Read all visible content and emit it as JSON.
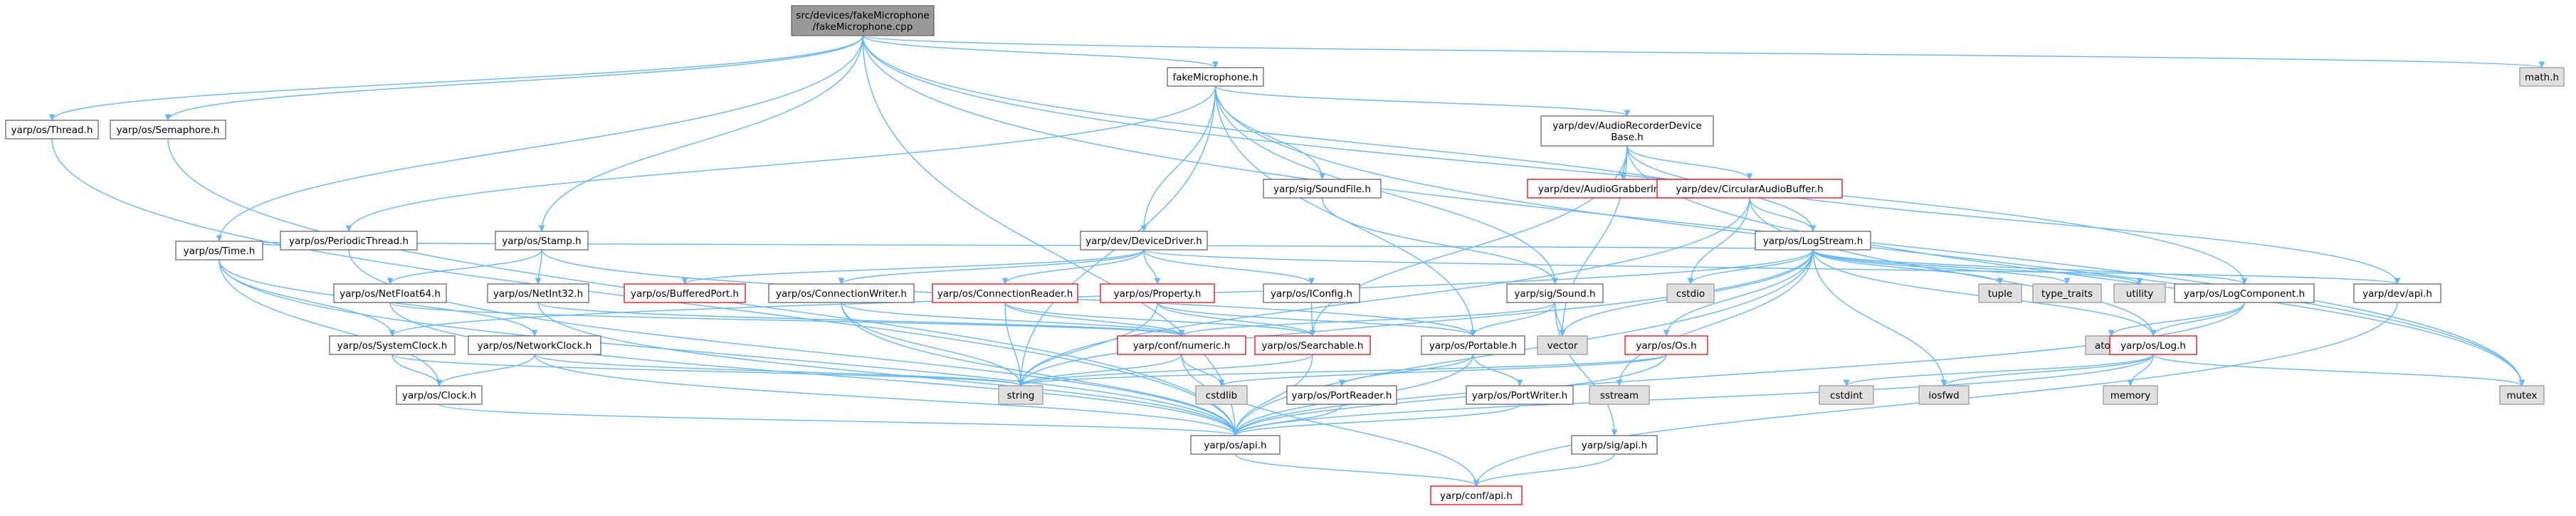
{
  "colors": {
    "edge": "#63b8ff",
    "root_fill": "#999999",
    "border": "#666666",
    "error_border": "#ff0000",
    "system_fill": "#e0e0e0",
    "system_border": "#999999",
    "text": "#000000"
  },
  "nodes": [
    {
      "id": "root",
      "lines": [
        "src/devices/fakeMicrophone",
        "/fakeMicrophone.cpp"
      ],
      "kind": "root"
    },
    {
      "id": "fakeMicrophone_h",
      "lines": [
        "fakeMicrophone.h"
      ],
      "kind": "normal"
    },
    {
      "id": "math_h",
      "lines": [
        "math.h"
      ],
      "kind": "system"
    },
    {
      "id": "os_Thread",
      "lines": [
        "yarp/os/Thread.h"
      ],
      "kind": "normal"
    },
    {
      "id": "os_Semaphore",
      "lines": [
        "yarp/os/Semaphore.h"
      ],
      "kind": "normal"
    },
    {
      "id": "dev_AudioRecorder",
      "lines": [
        "yarp/dev/AudioRecorderDevice",
        "Base.h"
      ],
      "kind": "normal"
    },
    {
      "id": "dev_AudioGrabber",
      "lines": [
        "yarp/dev/AudioGrabberInterfaces.h"
      ],
      "kind": "error"
    },
    {
      "id": "dev_CircularAudio",
      "lines": [
        "yarp/dev/CircularAudioBuffer.h"
      ],
      "kind": "error"
    },
    {
      "id": "sig_SoundFile",
      "lines": [
        "yarp/sig/SoundFile.h"
      ],
      "kind": "normal"
    },
    {
      "id": "os_PeriodicThread",
      "lines": [
        "yarp/os/PeriodicThread.h"
      ],
      "kind": "normal"
    },
    {
      "id": "os_Stamp",
      "lines": [
        "yarp/os/Stamp.h"
      ],
      "kind": "normal"
    },
    {
      "id": "dev_DeviceDriver",
      "lines": [
        "yarp/dev/DeviceDriver.h"
      ],
      "kind": "normal"
    },
    {
      "id": "os_LogStream",
      "lines": [
        "yarp/os/LogStream.h"
      ],
      "kind": "normal"
    },
    {
      "id": "os_Time",
      "lines": [
        "yarp/os/Time.h"
      ],
      "kind": "normal"
    },
    {
      "id": "os_NetFloat64",
      "lines": [
        "yarp/os/NetFloat64.h"
      ],
      "kind": "normal"
    },
    {
      "id": "os_NetInt32",
      "lines": [
        "yarp/os/NetInt32.h"
      ],
      "kind": "normal"
    },
    {
      "id": "os_BufferedPort",
      "lines": [
        "yarp/os/BufferedPort.h"
      ],
      "kind": "error"
    },
    {
      "id": "os_ConnectionWriter",
      "lines": [
        "yarp/os/ConnectionWriter.h"
      ],
      "kind": "normal"
    },
    {
      "id": "os_ConnectionReader",
      "lines": [
        "yarp/os/ConnectionReader.h"
      ],
      "kind": "error"
    },
    {
      "id": "os_Property",
      "lines": [
        "yarp/os/Property.h"
      ],
      "kind": "error"
    },
    {
      "id": "os_IConfig",
      "lines": [
        "yarp/os/IConfig.h"
      ],
      "kind": "normal"
    },
    {
      "id": "sig_Sound",
      "lines": [
        "yarp/sig/Sound.h"
      ],
      "kind": "normal"
    },
    {
      "id": "cstdio",
      "lines": [
        "cstdio"
      ],
      "kind": "system"
    },
    {
      "id": "tuple",
      "lines": [
        "tuple"
      ],
      "kind": "system"
    },
    {
      "id": "type_traits",
      "lines": [
        "type_traits"
      ],
      "kind": "system"
    },
    {
      "id": "utility",
      "lines": [
        "utility"
      ],
      "kind": "system"
    },
    {
      "id": "os_LogComponent",
      "lines": [
        "yarp/os/LogComponent.h"
      ],
      "kind": "normal"
    },
    {
      "id": "dev_api",
      "lines": [
        "yarp/dev/api.h"
      ],
      "kind": "normal"
    },
    {
      "id": "os_SystemClock",
      "lines": [
        "yarp/os/SystemClock.h"
      ],
      "kind": "normal"
    },
    {
      "id": "os_NetworkClock",
      "lines": [
        "yarp/os/NetworkClock.h"
      ],
      "kind": "normal"
    },
    {
      "id": "conf_numeric",
      "lines": [
        "yarp/conf/numeric.h"
      ],
      "kind": "error"
    },
    {
      "id": "os_Searchable",
      "lines": [
        "yarp/os/Searchable.h"
      ],
      "kind": "error"
    },
    {
      "id": "os_Portable",
      "lines": [
        "yarp/os/Portable.h"
      ],
      "kind": "normal"
    },
    {
      "id": "vector",
      "lines": [
        "vector"
      ],
      "kind": "system"
    },
    {
      "id": "os_Os",
      "lines": [
        "yarp/os/Os.h"
      ],
      "kind": "error"
    },
    {
      "id": "atomic",
      "lines": [
        "atomic"
      ],
      "kind": "system"
    },
    {
      "id": "os_Log",
      "lines": [
        "yarp/os/Log.h"
      ],
      "kind": "error"
    },
    {
      "id": "mutex",
      "lines": [
        "mutex"
      ],
      "kind": "system"
    },
    {
      "id": "os_Clock",
      "lines": [
        "yarp/os/Clock.h"
      ],
      "kind": "normal"
    },
    {
      "id": "string",
      "lines": [
        "string"
      ],
      "kind": "system"
    },
    {
      "id": "cstdlib",
      "lines": [
        "cstdlib"
      ],
      "kind": "system"
    },
    {
      "id": "os_PortReader",
      "lines": [
        "yarp/os/PortReader.h"
      ],
      "kind": "normal"
    },
    {
      "id": "os_PortWriter",
      "lines": [
        "yarp/os/PortWriter.h"
      ],
      "kind": "normal"
    },
    {
      "id": "sstream",
      "lines": [
        "sstream"
      ],
      "kind": "system"
    },
    {
      "id": "cstdint",
      "lines": [
        "cstdint"
      ],
      "kind": "system"
    },
    {
      "id": "iosfwd",
      "lines": [
        "iosfwd"
      ],
      "kind": "system"
    },
    {
      "id": "memory",
      "lines": [
        "memory"
      ],
      "kind": "system"
    },
    {
      "id": "os_api",
      "lines": [
        "yarp/os/api.h"
      ],
      "kind": "normal"
    },
    {
      "id": "sig_api",
      "lines": [
        "yarp/sig/api.h"
      ],
      "kind": "normal"
    },
    {
      "id": "conf_api",
      "lines": [
        "yarp/conf/api.h"
      ],
      "kind": "error"
    }
  ],
  "edges": [
    [
      "root",
      "fakeMicrophone_h"
    ],
    [
      "root",
      "math_h"
    ],
    [
      "root",
      "os_Thread"
    ],
    [
      "root",
      "os_Semaphore"
    ],
    [
      "root",
      "os_Time"
    ],
    [
      "root",
      "os_Stamp"
    ],
    [
      "root",
      "os_LogStream"
    ],
    [
      "root",
      "os_LogComponent"
    ],
    [
      "root",
      "mutex"
    ],
    [
      "root",
      "os_api"
    ],
    [
      "fakeMicrophone_h",
      "dev_AudioRecorder"
    ],
    [
      "fakeMicrophone_h",
      "sig_SoundFile"
    ],
    [
      "fakeMicrophone_h",
      "os_PeriodicThread"
    ],
    [
      "fakeMicrophone_h",
      "dev_DeviceDriver"
    ],
    [
      "fakeMicrophone_h",
      "sig_Sound"
    ],
    [
      "fakeMicrophone_h",
      "os_Portable"
    ],
    [
      "fakeMicrophone_h",
      "string"
    ],
    [
      "fakeMicrophone_h",
      "mutex"
    ],
    [
      "os_Thread",
      "os_api"
    ],
    [
      "os_Semaphore",
      "os_api"
    ],
    [
      "dev_AudioRecorder",
      "dev_AudioGrabber"
    ],
    [
      "dev_AudioRecorder",
      "dev_CircularAudio"
    ],
    [
      "dev_AudioRecorder",
      "os_Searchable"
    ],
    [
      "dev_AudioRecorder",
      "dev_api"
    ],
    [
      "dev_AudioRecorder",
      "mutex"
    ],
    [
      "dev_AudioRecorder",
      "vector"
    ],
    [
      "dev_CircularAudio",
      "os_LogStream"
    ],
    [
      "dev_CircularAudio",
      "os_Log"
    ],
    [
      "dev_CircularAudio",
      "cstdio"
    ],
    [
      "dev_CircularAudio",
      "string"
    ],
    [
      "sig_SoundFile",
      "sig_Sound"
    ],
    [
      "os_PeriodicThread",
      "os_Time"
    ],
    [
      "os_PeriodicThread",
      "os_api"
    ],
    [
      "os_Stamp",
      "os_NetFloat64"
    ],
    [
      "os_Stamp",
      "os_NetInt32"
    ],
    [
      "os_Stamp",
      "os_Portable"
    ],
    [
      "dev_DeviceDriver",
      "os_IConfig"
    ],
    [
      "dev_DeviceDriver",
      "os_Property"
    ],
    [
      "dev_DeviceDriver",
      "os_BufferedPort"
    ],
    [
      "dev_DeviceDriver",
      "os_ConnectionWriter"
    ],
    [
      "dev_DeviceDriver",
      "os_ConnectionReader"
    ],
    [
      "dev_DeviceDriver",
      "dev_api"
    ],
    [
      "os_LogStream",
      "os_Time"
    ],
    [
      "os_LogStream",
      "cstdio"
    ],
    [
      "os_LogStream",
      "tuple"
    ],
    [
      "os_LogStream",
      "type_traits"
    ],
    [
      "os_LogStream",
      "utility"
    ],
    [
      "os_LogStream",
      "os_LogComponent"
    ],
    [
      "os_LogStream",
      "os_Log"
    ],
    [
      "os_LogStream",
      "os_Os"
    ],
    [
      "os_LogStream",
      "string"
    ],
    [
      "os_LogStream",
      "sstream"
    ],
    [
      "os_LogStream",
      "iosfwd"
    ],
    [
      "os_LogStream",
      "os_api"
    ],
    [
      "os_LogStream",
      "vector"
    ],
    [
      "os_LogStream",
      "os_SystemClock"
    ],
    [
      "os_Time",
      "os_SystemClock"
    ],
    [
      "os_Time",
      "os_NetworkClock"
    ],
    [
      "os_Time",
      "os_Clock"
    ],
    [
      "os_Time",
      "os_api"
    ],
    [
      "os_NetFloat64",
      "conf_numeric"
    ],
    [
      "os_NetFloat64",
      "os_api"
    ],
    [
      "os_NetInt32",
      "conf_numeric"
    ],
    [
      "os_NetInt32",
      "os_api"
    ],
    [
      "os_ConnectionWriter",
      "conf_numeric"
    ],
    [
      "os_ConnectionWriter",
      "string"
    ],
    [
      "os_ConnectionWriter",
      "os_api"
    ],
    [
      "os_ConnectionReader",
      "conf_numeric"
    ],
    [
      "os_ConnectionReader",
      "os_Searchable"
    ],
    [
      "os_ConnectionReader",
      "string"
    ],
    [
      "os_Property",
      "os_Searchable"
    ],
    [
      "os_Property",
      "os_Portable"
    ],
    [
      "os_Property",
      "string"
    ],
    [
      "os_IConfig",
      "os_Searchable"
    ],
    [
      "sig_Sound",
      "os_Portable"
    ],
    [
      "sig_Sound",
      "vector"
    ],
    [
      "sig_Sound",
      "sig_api"
    ],
    [
      "sig_Sound",
      "conf_numeric"
    ],
    [
      "os_LogComponent",
      "atomic"
    ],
    [
      "os_LogComponent",
      "os_Log"
    ],
    [
      "os_LogComponent",
      "os_api"
    ],
    [
      "dev_api",
      "conf_api"
    ],
    [
      "os_SystemClock",
      "os_Clock"
    ],
    [
      "os_SystemClock",
      "string"
    ],
    [
      "os_NetworkClock",
      "os_Clock"
    ],
    [
      "os_NetworkClock",
      "string"
    ],
    [
      "os_NetworkClock",
      "os_api"
    ],
    [
      "conf_numeric",
      "cstdlib"
    ],
    [
      "conf_numeric",
      "string"
    ],
    [
      "conf_numeric",
      "conf_api"
    ],
    [
      "os_Searchable",
      "string"
    ],
    [
      "os_Searchable",
      "os_api"
    ],
    [
      "os_Portable",
      "os_PortReader"
    ],
    [
      "os_Portable",
      "os_PortWriter"
    ],
    [
      "os_Portable",
      "os_api"
    ],
    [
      "os_Os",
      "cstdlib"
    ],
    [
      "os_Os",
      "string"
    ],
    [
      "os_Os",
      "os_api"
    ],
    [
      "os_Log",
      "cstdint"
    ],
    [
      "os_Log",
      "iosfwd"
    ],
    [
      "os_Log",
      "memory"
    ],
    [
      "os_Log",
      "mutex"
    ],
    [
      "os_Log",
      "os_api"
    ],
    [
      "os_Clock",
      "os_api"
    ],
    [
      "os_PortReader",
      "os_api"
    ],
    [
      "os_PortWriter",
      "os_api"
    ],
    [
      "os_api",
      "conf_api"
    ],
    [
      "sig_api",
      "conf_api"
    ]
  ]
}
